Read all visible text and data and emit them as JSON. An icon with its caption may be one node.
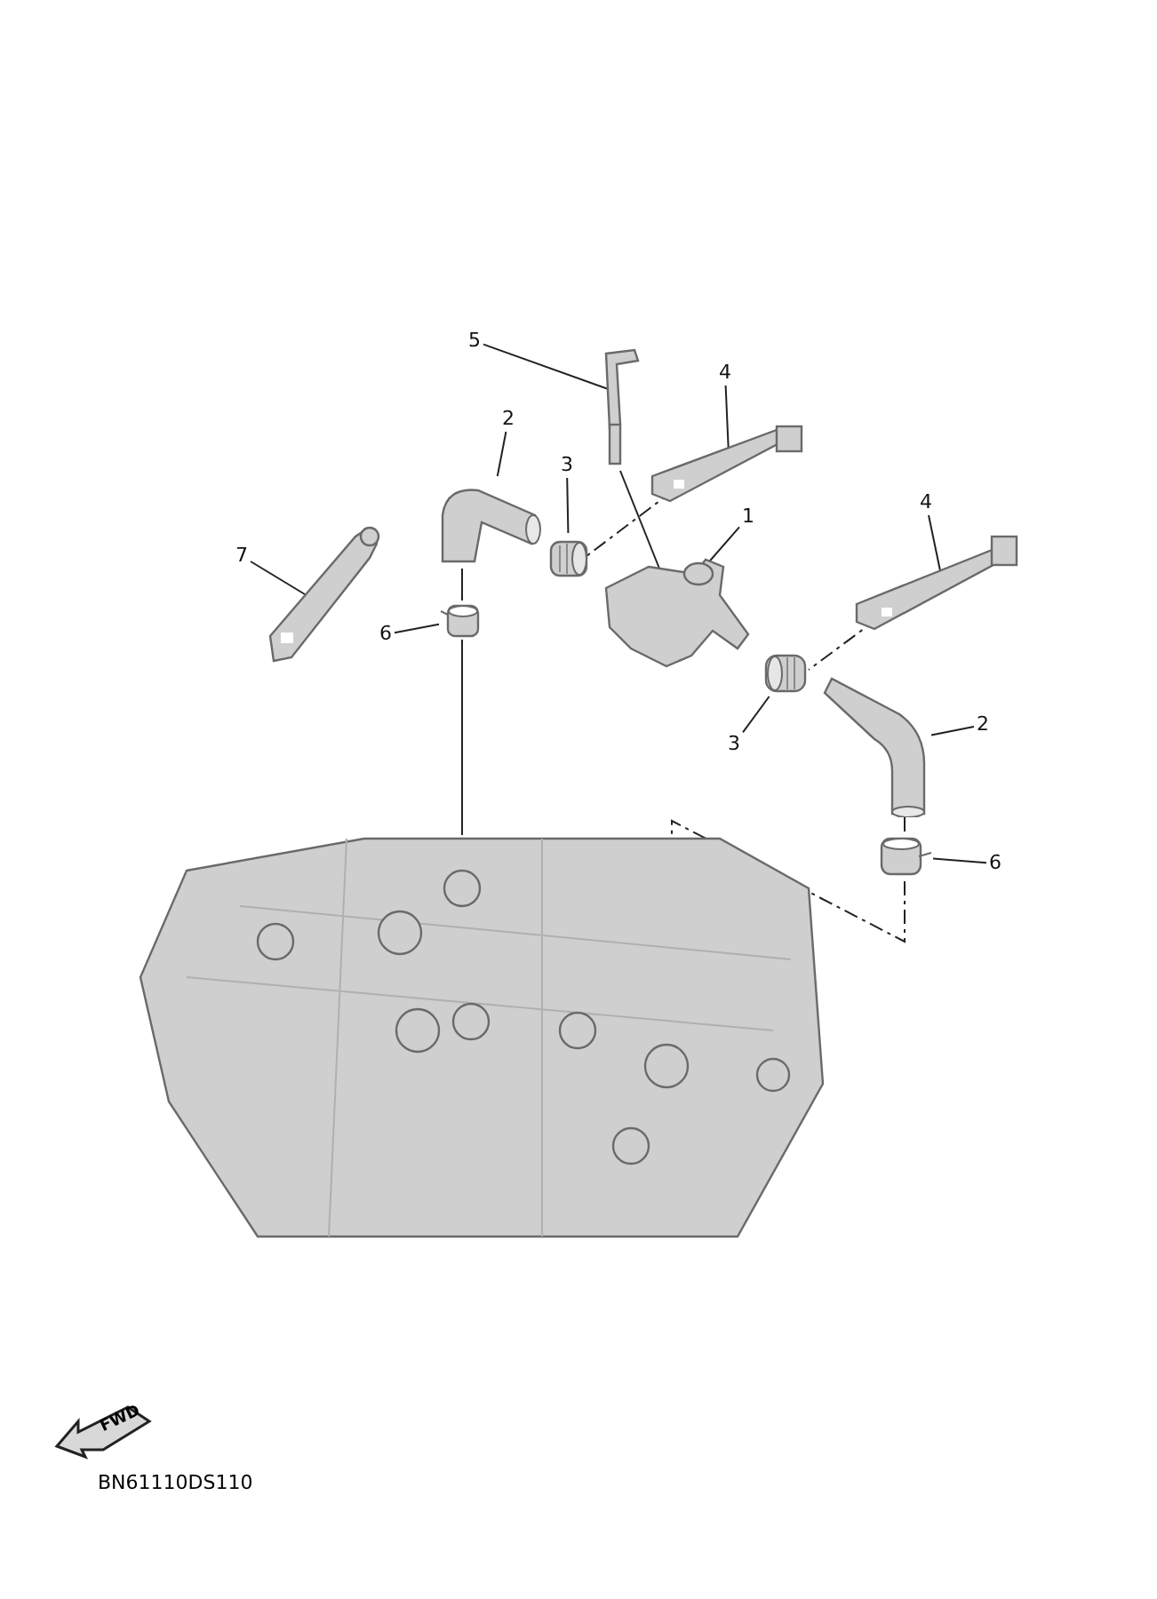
{
  "diagram": {
    "nodes": [
      {
        "text": [
          "5"
        ]
      },
      {
        "text": [
          "4"
        ]
      },
      {
        "text": [
          "2"
        ]
      },
      {
        "text": [
          "3"
        ]
      },
      {
        "text": [
          "1"
        ]
      },
      {
        "text": [
          "7"
        ]
      },
      {
        "text": [
          "6"
        ]
      },
      {
        "text": [
          "4"
        ]
      },
      {
        "text": [
          "3"
        ]
      },
      {
        "text": [
          "2"
        ]
      },
      {
        "text": [
          "6"
        ]
      },
      {
        "text": [],
        "shape": "picture"
      },
      {
        "text": [],
        "shape": "picture"
      },
      {
        "text": [],
        "shape": "picture"
      },
      {
        "text": [],
        "shape": "picture"
      },
      {
        "text": [],
        "shape": "picture"
      },
      {
        "text": [],
        "shape": "picture"
      },
      {
        "text": [],
        "shape": "picture"
      },
      {
        "text": [],
        "shape": "picture"
      },
      {
        "text": [],
        "shape": "picture"
      },
      {
        "text": [],
        "shape": "picture"
      },
      {
        "text": [],
        "shape": "picture"
      },
      {
        "text": [],
        "shape": "picture"
      }
    ],
    "edges": [
      {
        "from": 0,
        "to": 11,
        "arrow": "none"
      },
      {
        "from": 1,
        "to": 12,
        "arrow": "none"
      },
      {
        "from": 2,
        "to": 13,
        "arrow": "none"
      },
      {
        "from": 3,
        "to": 14,
        "arrow": "none"
      },
      {
        "from": 4,
        "to": 15,
        "arrow": "none"
      },
      {
        "from": 5,
        "to": 16,
        "arrow": "none"
      },
      {
        "from": 6,
        "to": 17,
        "arrow": "none"
      },
      {
        "from": 7,
        "to": 18,
        "arrow": "none"
      },
      {
        "from": 8,
        "to": 19,
        "arrow": "none"
      },
      {
        "from": 9,
        "to": 20,
        "arrow": "none"
      },
      {
        "from": 10,
        "to": 21,
        "arrow": "none"
      },
      {
        "from": 11,
        "to": 15,
        "arrow": "none"
      },
      {
        "from": 12,
        "to": 14,
        "arrow": "none",
        "style": "dashed"
      },
      {
        "from": 18,
        "to": 19,
        "arrow": "none",
        "style": "dashed"
      },
      {
        "from": 13,
        "to": 17,
        "arrow": "none"
      },
      {
        "from": 17,
        "to": 22,
        "arrow": "none"
      },
      {
        "from": 20,
        "to": 21,
        "arrow": "none"
      },
      {
        "from": 21,
        "to": 22,
        "arrow": "none",
        "style": "dashed"
      }
    ],
    "labels": [
      "FWD",
      "BN61110DS110"
    ]
  }
}
